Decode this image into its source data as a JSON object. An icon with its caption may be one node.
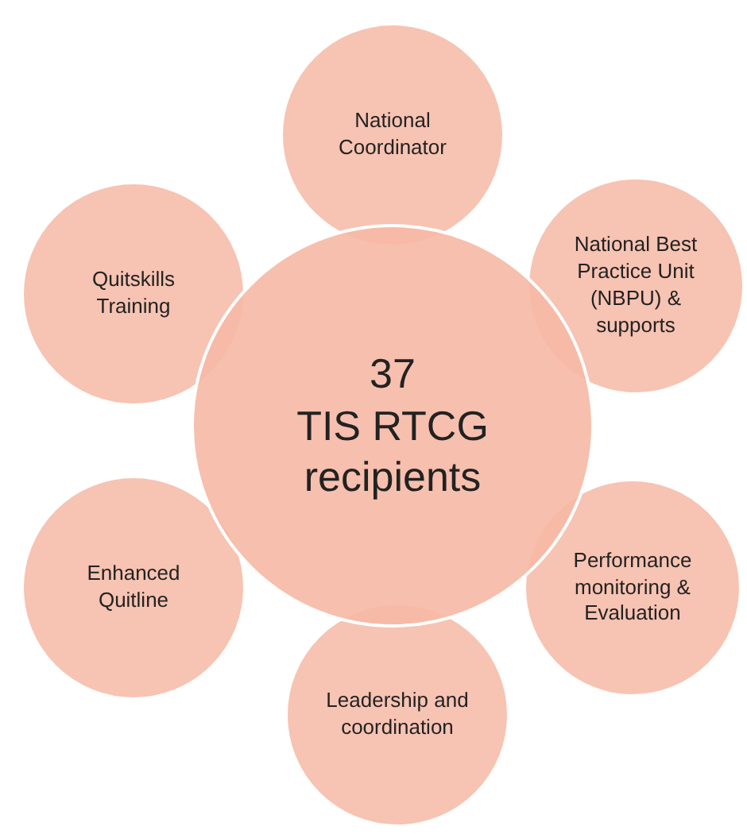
{
  "diagram": {
    "nodes": [
      {
        "text": [
          "National Coordinator"
        ]
      },
      {
        "text": [
          "Quitskills Training"
        ]
      },
      {
        "text": [
          "National Best Practice Unit (NBPU) & supports"
        ]
      },
      {
        "text": [
          "37",
          "TIS RTCG recipients"
        ]
      },
      {
        "text": [
          "Performance monitoring & Evaluation"
        ]
      },
      {
        "text": [
          "Enhanced Quitline"
        ]
      },
      {
        "text": [
          "Leadership and coordination"
        ]
      }
    ]
  }
}
